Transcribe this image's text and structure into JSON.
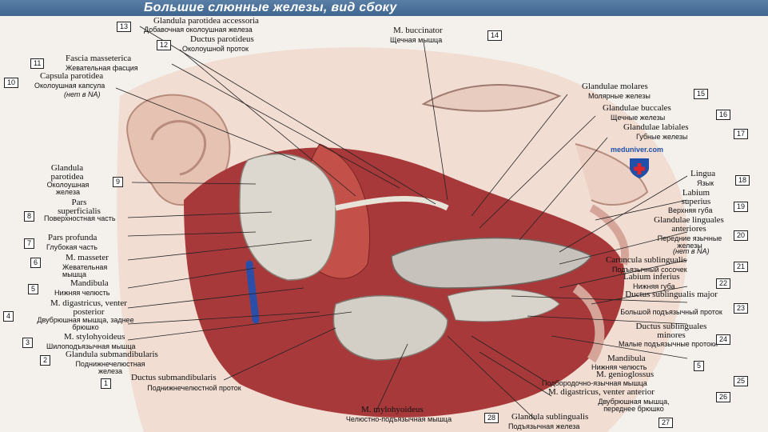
{
  "title": "Большие слюнные железы, вид сбоку",
  "watermark": "meduniver.com",
  "colors": {
    "title_bg": "#4a7099",
    "muscle": "#b8423c",
    "gland": "#d8d4cc",
    "logo_shield": "#1f4fa8",
    "logo_cross": "#d8262c"
  },
  "labels": [
    {
      "n": "1",
      "la": "Ductus submandibularis",
      "ru": "Поднижнечелюстной проток"
    },
    {
      "n": "2",
      "la": "Glandula submandibularis",
      "ru": "Поднижнечелюстная железа"
    },
    {
      "n": "3",
      "la": "M. stylohyoideus",
      "ru": "Шилоподъязычная мышца"
    },
    {
      "n": "4",
      "la": "M. digastricus, venter posterior",
      "ru": "Двубрюшная мышца, заднее брюшко"
    },
    {
      "n": "5",
      "la": "Mandibula",
      "ru": "Нижняя челюсть"
    },
    {
      "n": "6",
      "la": "M. masseter",
      "ru": "Жевательная мышца"
    },
    {
      "n": "7",
      "la": "Pars profunda",
      "ru": "Глубокая часть"
    },
    {
      "n": "8",
      "la": "Pars superficialis",
      "ru": "Поверхностная часть"
    },
    {
      "n": "9",
      "la": "Glandula parotidea",
      "ru": "Околоушная железа"
    },
    {
      "n": "10",
      "la": "Capsula parotidea",
      "ru": "Околоушная капсула",
      "note": "(нет в NA)"
    },
    {
      "n": "11",
      "la": "Fascia masseterica",
      "ru": "Жевательная фасция"
    },
    {
      "n": "12",
      "la": "Ductus parotideus",
      "ru": "Околоушной проток"
    },
    {
      "n": "13",
      "la": "Glandula parotidea accessoria",
      "ru": "Добавочная околоушная железа"
    },
    {
      "n": "14",
      "la": "M. buccinator",
      "ru": "Щечная мышца"
    },
    {
      "n": "15",
      "la": "Glandulae molares",
      "ru": "Молярные железы"
    },
    {
      "n": "16",
      "la": "Glandulae buccales",
      "ru": "Щечные железы"
    },
    {
      "n": "17",
      "la": "Glandulae labiales",
      "ru": "Губные железы"
    },
    {
      "n": "18",
      "la": "Lingua",
      "ru": "Язык"
    },
    {
      "n": "19",
      "la": "Labium superius",
      "ru": "Верхняя губа"
    },
    {
      "n": "20",
      "la": "Glandulae linguales anteriores",
      "ru": "Передние язычные железы",
      "note": "(нет в NA)"
    },
    {
      "n": "21",
      "la": "Caruncula sublingualis",
      "ru": "Подъязычный сосочек"
    },
    {
      "n": "22",
      "la": "Labium inferius",
      "ru": "Нижняя губа"
    },
    {
      "n": "23",
      "la": "Ductus sublingualis major",
      "ru": "Большой подъязычный проток"
    },
    {
      "n": "24",
      "la": "Ductus sublinguales minores",
      "ru": "Малые подъязычные протоки"
    },
    {
      "n": "5",
      "la": "Mandibula",
      "ru": "Нижняя челюсть"
    },
    {
      "n": "25",
      "la": "M. genioglossus",
      "ru": "Подбородочно-язычная мышца"
    },
    {
      "n": "26",
      "la": "M. digastricus, venter anterior",
      "ru": "Двубрюшная мышца, переднее брюшко"
    },
    {
      "n": "27",
      "la": "Glandula sublingualis",
      "ru": "Подъязычная железа"
    },
    {
      "n": "28",
      "la": "M. mylohyoideus",
      "ru": "Челюстно-подъязычная мышца"
    }
  ]
}
